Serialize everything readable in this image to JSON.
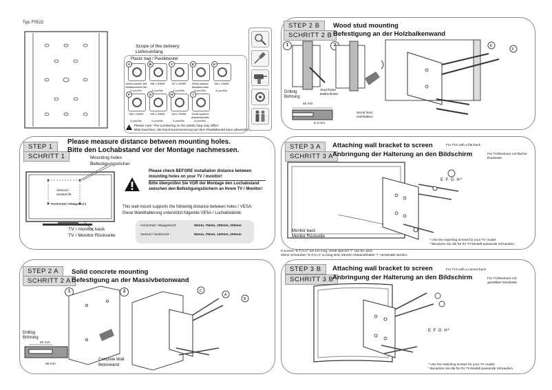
{
  "typ": "Typ: F0522",
  "scope": {
    "en": "Scope of the delivery",
    "de": "Lieferumfang",
    "bag": "Plastic bag / Plastikbeutel",
    "note1": "Please note: The numbering on the plastic bag may differ!",
    "note2": "Bitte beachten: die Durchnummerierung auf dem Plastikbeutel kann abweichen!",
    "parts": [
      {
        "letter": "A",
        "l1": "Metal washer M6",
        "l2": "Metallscheibe M6",
        "qty": "4 pcs/Stk."
      },
      {
        "letter": "B",
        "l1": "M6 x 50MM",
        "l2": "",
        "qty": "4 pcs/Stk."
      },
      {
        "letter": "C",
        "l1": "8X x 40MM",
        "l2": "",
        "qty": "4 pcs/Stk."
      },
      {
        "letter": "D",
        "l1": "Metal washer",
        "l2": "Metallscheibe",
        "qty": "4 pcs/Stk."
      },
      {
        "letter": "E",
        "l1": "M6 x 25MM",
        "l2": "",
        "qty": "4 pcs/Stk."
      },
      {
        "letter": "F",
        "l1": "M8 x 25MM",
        "l2": "",
        "qty": "4 pcs/Stk."
      },
      {
        "letter": "G",
        "l1": "M6 x 25MM",
        "l2": "",
        "qty": "4 pcs/Stk."
      },
      {
        "letter": "H",
        "l1": "M4 x 25MM",
        "l2": "",
        "qty": "4 pcs/Stk."
      },
      {
        "letter": "I",
        "l1": "Small spacers",
        "l2": "Abstandshalter",
        "qty": "8 pcs/Stk."
      }
    ]
  },
  "step1": {
    "label": "STEP 1",
    "label_de": "SCHRITT 1",
    "title": "Please measure distance between mounting holes.",
    "title_de": "Bitte den Lochabstand vor der Montage nachmessen.",
    "holes": "Mounting holes",
    "holes_de": "Befestigungslöcher",
    "vertical": "Vertical / Senkrecht",
    "horizontal": "Horizontal / Waagerecht",
    "warn_en": "Please check BEFORE installation distance between mounting holes on your TV / monitor!",
    "warn_de": "Bitte überprüfen Sie VOR der Montage den Lochabstand zwischen den Befestigungslöchern an Ihrem TV / Monitor!",
    "supports": "This wall mount supports the following distance between holes / VESA:",
    "supports_de": "Diese Wandhalterung unterstützt folgende VESA / Lochabstände:",
    "h_label": "Horizontal / Waagerecht:",
    "h_val": "50mm, 75mm, 100mm, 200mm",
    "v_label": "Vertical / Senkrecht :",
    "v_val": "50mm, 75mm, 100mm, 200mm",
    "back": "TV / monitor back",
    "back_de": "TV / Monitor Rückseite"
  },
  "step2a": {
    "label": "STEP 2 A",
    "label_de": "SCHRITT 2 A",
    "title": "Solid concrete mounting",
    "title_de": "Befestigung an der Massivbetonwand",
    "drilling": "Drilling",
    "drilling_de": "Bohrung",
    "dim": "50 mm",
    "dia": "ø8 mm",
    "wall": "Concrete Wall",
    "wall_de": "Betonwand",
    "n1": "1",
    "n2": "2"
  },
  "step2b": {
    "label": "STEP 2 B",
    "label_de": "SCHRITT 2 B",
    "title": "Wood stud mounting",
    "title_de": "Befestigung an der Holzbalkenwand",
    "drilling": "Drilling",
    "drilling_de": "Bohrung",
    "dim": "50 mm",
    "dia": "ø 3 mm",
    "finder": "Stud finder",
    "finder_de": "Balkenfinder",
    "stud": "Wood stud",
    "stud_de": "Holzbalken",
    "n1": "1",
    "n2": "2"
  },
  "step3a": {
    "label": "STEP 3 A",
    "label_de": "SCHRITT 3 A",
    "title": "Attaching wall bracket to screen",
    "title_de": "Anbringung der Halterung an den Bildschirm",
    "flat": "For TVs with a flat back",
    "flat_de": "Für TV/Monitore mit flacher Rückseite",
    "back": "Monitor back",
    "back_de": "Monitor Rückseite",
    "note_en": "* Use the matching screws for your TV model.",
    "note_de": "* Benutzen Sie die für Ihr TV-Modell passende Schrauben.",
    "efgh": "E F G H*"
  },
  "screws_note": "If screws \"E,F,G,H\" are too long, small spacers \"I\" can be used.",
  "screws_note_de": "Wenn Schrauben \"E,F,G,H\" zu lang sind, können Abstandshalter \"I\" verwendet werden.",
  "step3b": {
    "label": "STEP 3 B",
    "label_de": "SCHRITT 3 B",
    "title": "Attaching wall bracket to screen",
    "title_de": "Anbringung der Halterung an den Bildschirm",
    "curved": "For TVs with a curved back",
    "curved_de": "Für TV/Monitore mit gewölbter Rückseite",
    "note_en": "* Use the matching screws for your TV model.",
    "note_de": "* Benutzen Sie die für Ihr TV-Modell passende Schrauben.",
    "efgh": "E F G H*"
  }
}
